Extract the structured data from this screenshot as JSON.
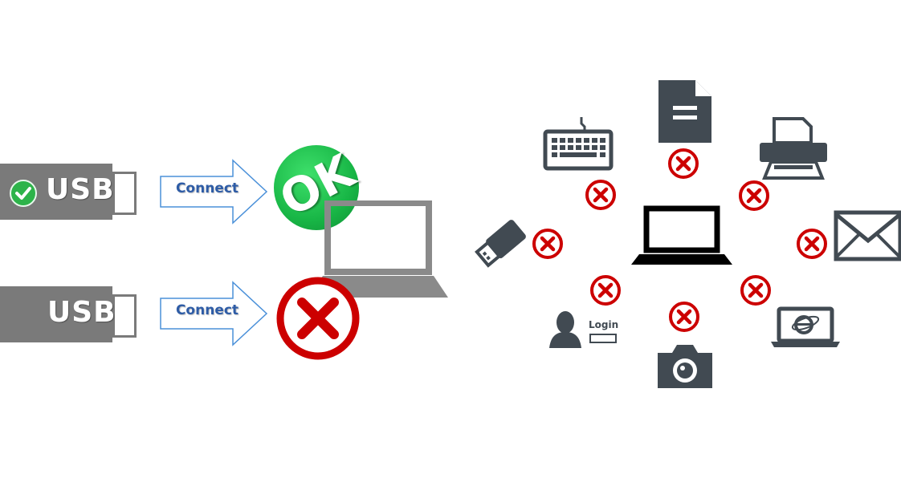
{
  "left": {
    "usb_ok": {
      "label": "USB",
      "status_icon": "check-icon"
    },
    "usb_blocked": {
      "label": "USB",
      "status_icon": "none"
    },
    "connect_top": {
      "label": "Connect"
    },
    "connect_bottom": {
      "label": "Connect"
    },
    "ok_badge": {
      "label": "OK",
      "color": "#18b646"
    },
    "blocked_badge": {
      "icon": "red-x-circle-icon",
      "color": "#cc0000"
    },
    "laptop": {
      "icon": "laptop-icon",
      "color": "#8a8a8a"
    }
  },
  "right": {
    "center": {
      "icon": "laptop-icon"
    },
    "devices": [
      {
        "icon": "keyboard-icon",
        "blocked": true
      },
      {
        "icon": "document-icon",
        "blocked": true
      },
      {
        "icon": "printer-icon",
        "blocked": true
      },
      {
        "icon": "usb-drive-icon",
        "blocked": true
      },
      {
        "icon": "mail-icon",
        "blocked": true
      },
      {
        "icon": "user-login-icon",
        "label": "Login",
        "blocked": true
      },
      {
        "icon": "camera-icon",
        "blocked": true
      },
      {
        "icon": "browser-laptop-icon",
        "blocked": true
      }
    ],
    "block_marker_icon": "small-x-circle-icon",
    "block_color": "#cc0000",
    "device_color": "#414a52"
  }
}
